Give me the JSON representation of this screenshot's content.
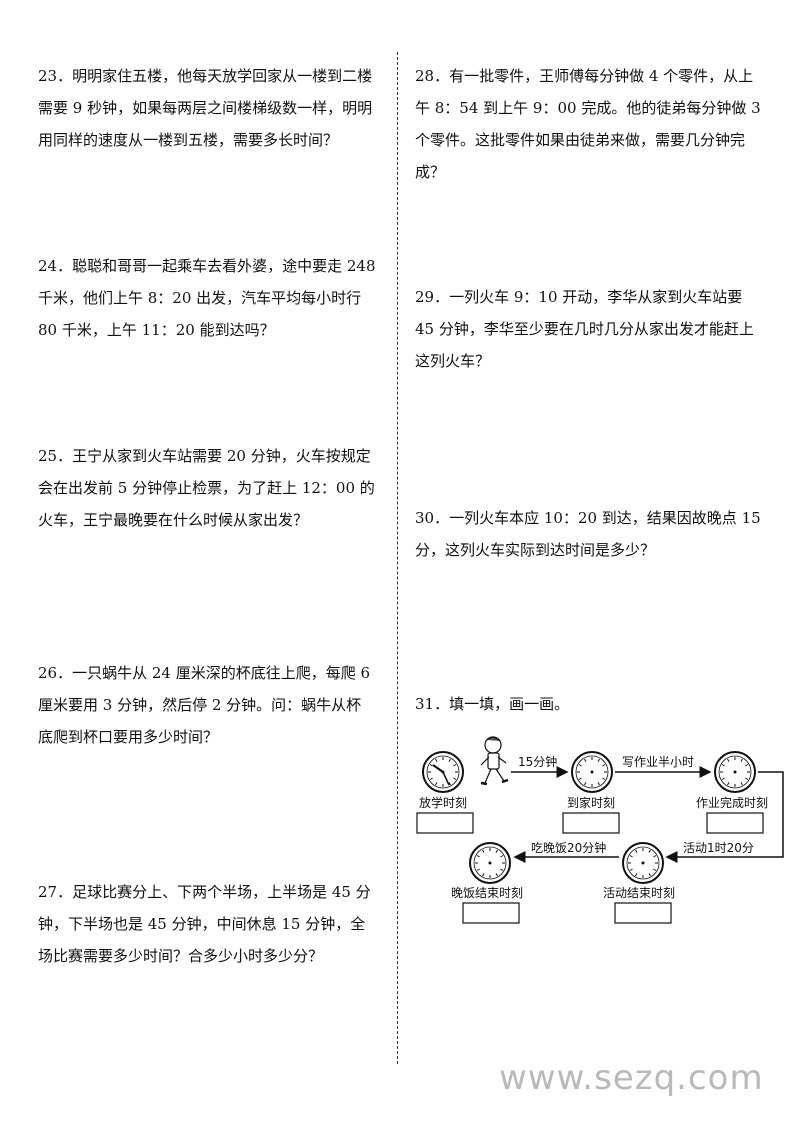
{
  "questions_left": [
    {
      "id": "q23",
      "text": "23．明明家住五楼，他每天放学回家从一楼到二楼需要 9 秒钟，如果每两层之间楼梯级数一样，明明用同样的速度从一楼到五楼，需要多长时间？"
    },
    {
      "id": "q24",
      "text": "24．聪聪和哥哥一起乘车去看外婆，途中要走 248 千米，他们上午 8：20 出发，汽车平均每小时行 80 千米，上午 11：20 能到达吗？"
    },
    {
      "id": "q25",
      "text": "25．王宁从家到火车站需要 20 分钟，火车按规定会在出发前 5 分钟停止检票，为了赶上 12：00 的火车，王宁最晚要在什么时候从家出发？"
    },
    {
      "id": "q26",
      "text": "26．一只蜗牛从 24 厘米深的杯底往上爬，每爬 6 厘米要用 3 分钟，然后停 2 分钟。问：蜗牛从杯底爬到杯口要用多少时间？"
    },
    {
      "id": "q27",
      "text": "27．足球比赛分上、下两个半场，上半场是 45 分钟，下半场也是 45 分钟，中间休息 15 分钟，全场比赛需要多少时间？合多少小时多少分？"
    }
  ],
  "questions_right": [
    {
      "id": "q28",
      "text": "28．有一批零件，王师傅每分钟做 4 个零件，从上午 8：54 到上午 9：00 完成。他的徒弟每分钟做 3 个零件。这批零件如果由徒弟来做，需要几分钟完成？"
    },
    {
      "id": "q29",
      "text": "29．一列火车 9：10 开动，李华从家到火车站要 45 分钟，李华至少要在几时几分从家出发才能赶上这列火车？"
    },
    {
      "id": "q30",
      "text": "30．一列火车本应 10：20 到达，结果因故晚点 15 分，这列火车实际到达时间是多少？"
    },
    {
      "id": "q31",
      "text": "31．填一填，画一画。"
    }
  ],
  "diagram": {
    "labels": {
      "leave_school": "放学时刻",
      "arrive_home": "到家时刻",
      "homework_done": "作业完成时刻",
      "activity_end": "活动结束时刻",
      "dinner_end": "晚饭结束时刻"
    },
    "arrows": {
      "walk": "15分钟",
      "homework": "写作业半小时",
      "activity": "活动1时20分",
      "dinner": "吃晚饭20分钟"
    }
  },
  "watermark": "www.sezq.com"
}
